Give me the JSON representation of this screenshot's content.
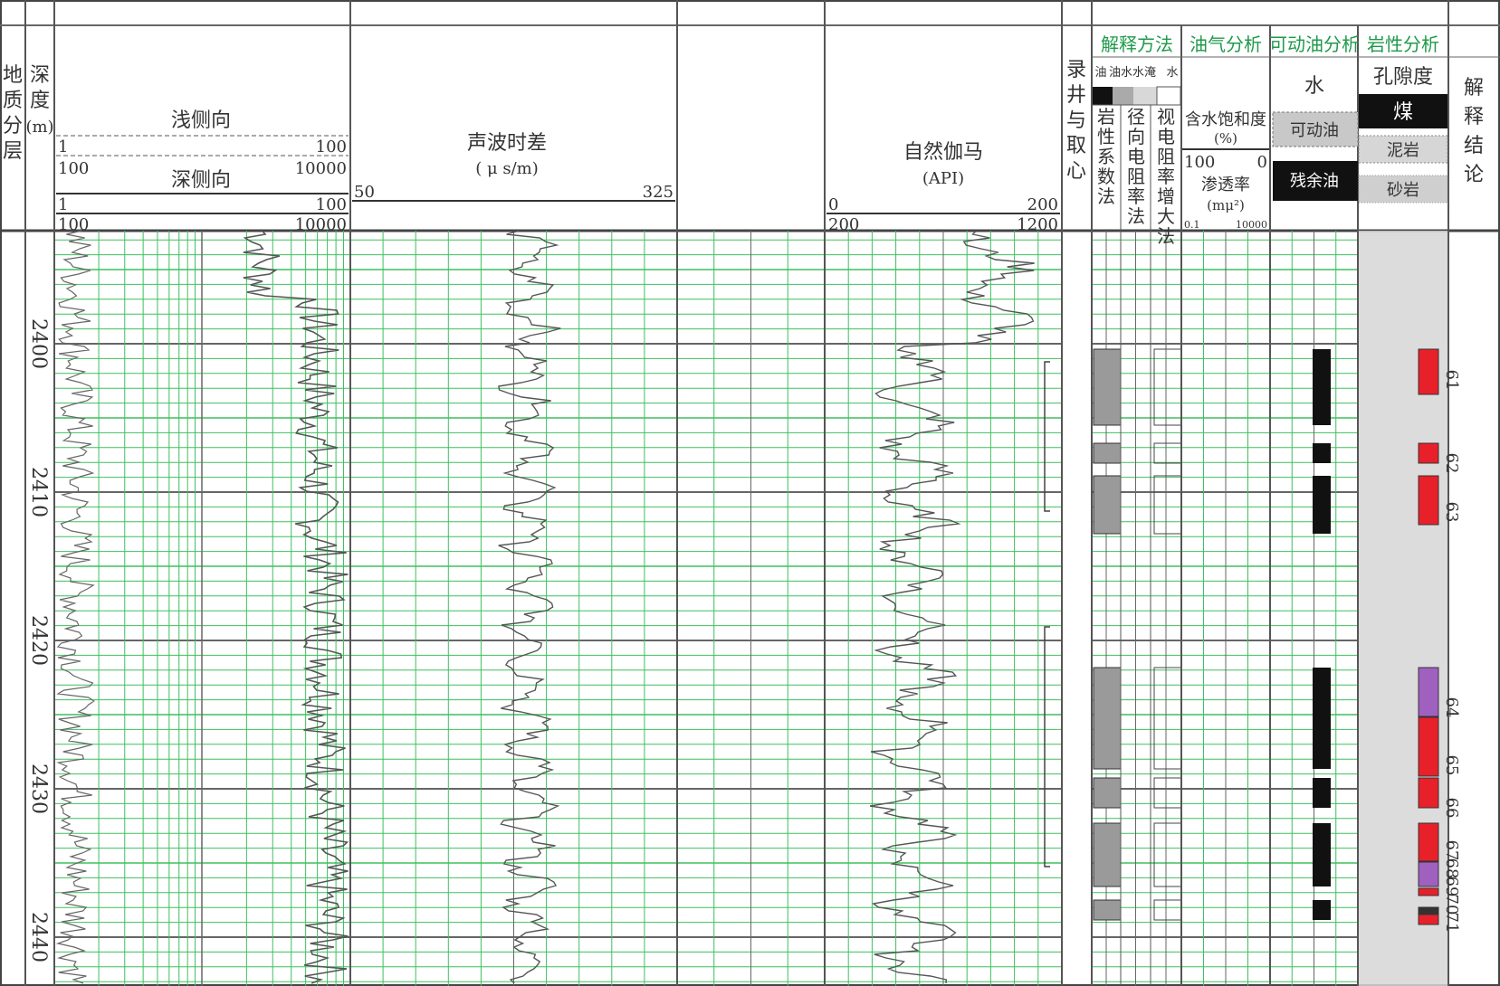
{
  "header": {
    "geo_label": [
      "地",
      "质",
      "分",
      "层"
    ],
    "depth_label": [
      "深",
      "度",
      "(m)"
    ],
    "resistivity": {
      "shallow_title": "浅侧向",
      "deep_title": "深侧向",
      "shallow_scale_a": [
        "1",
        "100"
      ],
      "shallow_scale_b": [
        "100",
        "10000"
      ],
      "deep_scale_a": [
        "1",
        "100"
      ],
      "deep_scale_b": [
        "100",
        "10000"
      ]
    },
    "sonic": {
      "title": "声波时差",
      "unit": "( μ s/m)",
      "scale": [
        "50",
        "325"
      ]
    },
    "gamma": {
      "title": "自然伽马",
      "unit": "(API)",
      "scale_a": [
        "0",
        "200"
      ],
      "scale_b": [
        "200",
        "1200"
      ]
    },
    "logging_coring": [
      "录",
      "井",
      "与",
      "取",
      "心"
    ],
    "interp_method": {
      "title": "解释方法",
      "legend": [
        "油",
        "油水",
        "水淹",
        "水"
      ],
      "columns": [
        [
          "岩",
          "性",
          "系",
          "数",
          "法"
        ],
        [
          "径",
          "向",
          "电",
          "阻",
          "率",
          "法"
        ],
        [
          "视",
          "电",
          "阻",
          "率",
          "增",
          "大",
          "法"
        ]
      ]
    },
    "oil_gas": {
      "title": "油气分析",
      "saturation": "含水饱和度",
      "saturation_unit": "(%)",
      "sat_scale": [
        "100",
        "0"
      ],
      "permeability": "渗透率",
      "perm_unit": "(mμ²)",
      "perm_scale": [
        "0.1",
        "10000"
      ]
    },
    "movable_oil": {
      "title": "可动油分析",
      "water": "水",
      "movable": "可动油",
      "residual": "残余油"
    },
    "lithology": {
      "title": "岩性分析",
      "porosity": "孔隙度",
      "coal": "煤",
      "mudstone": "泥岩",
      "sandstone": "砂岩"
    },
    "conclusion": [
      "解",
      "释",
      "结",
      "论"
    ]
  },
  "depth_ticks": [
    "2400",
    "2410",
    "2420",
    "2430",
    "2440"
  ],
  "layers": [
    "61",
    "62",
    "63",
    "64",
    "65",
    "66",
    "67",
    "68",
    "69",
    "70",
    "71"
  ],
  "colors": {
    "grid_green": "#3fbf5f",
    "interp_red": "#e8202a",
    "interp_purple": "#a060c0",
    "header_green": "#1e9a4a"
  }
}
